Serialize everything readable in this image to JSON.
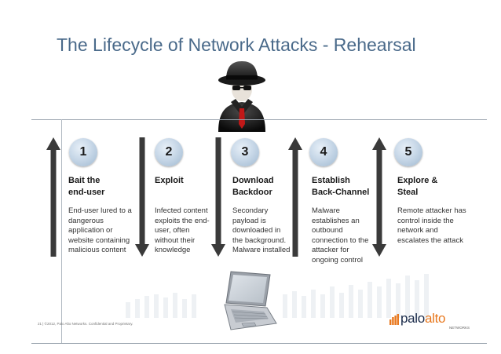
{
  "slide": {
    "title": "The Lifecycle of Network Attacks - Rehearsal"
  },
  "stages": [
    {
      "number": "1",
      "title": "Bait the\nend-user",
      "description": "End-user lured to a\ndangerous\napplication or\nwebsite containing\nmalicious content",
      "arrow": "up"
    },
    {
      "number": "2",
      "title": "Exploit",
      "description": "Infected content\nexploits the end-\nuser, often\nwithout their\nknowledge",
      "arrow": "down"
    },
    {
      "number": "3",
      "title": "Download\nBackdoor",
      "description": "Secondary\npayload is\ndownloaded in\nthe background.\nMalware installed",
      "arrow": "down"
    },
    {
      "number": "4",
      "title": "Establish\nBack-Channel",
      "description": "Malware\nestablishes an\noutbound\nconnection to the\nattacker for\nongoing control",
      "arrow": "up"
    },
    {
      "number": "5",
      "title": "Explore &\nSteal",
      "description": "Remote attacker has\ncontrol inside the\nnetwork and\nescalates the attack",
      "arrow": "both"
    }
  ],
  "footer": {
    "text": "21  |  ©2012, Palo Alto Networks. Confidential and Proprietary."
  },
  "logo": {
    "text_main": "palo",
    "text_accent": "alto",
    "subtext": "NETWORKS"
  },
  "colors": {
    "title": "#4a6a8a",
    "arrow": "#3a3a3a",
    "accent": "#e8781e"
  }
}
